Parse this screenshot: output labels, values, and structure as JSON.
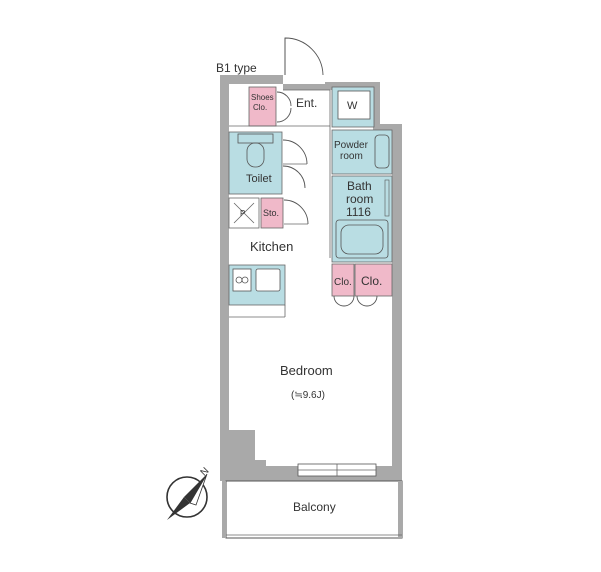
{
  "plan": {
    "type_label": "B1 type",
    "rooms": {
      "entrance": "Ent.",
      "shoes_closet_line1": "Shoes",
      "shoes_closet_line2": "Clo.",
      "washer": "W",
      "powder_room_line1": "Powder",
      "powder_room_line2": "room",
      "toilet": "Toilet",
      "pipe_space": "P",
      "storage": "Sto.",
      "bathroom_line1": "Bath",
      "bathroom_line2": "room",
      "bathroom_size": "1116",
      "kitchen": "Kitchen",
      "closet_small": "Clo.",
      "closet_large": "Clo.",
      "bedroom": "Bedroom",
      "bedroom_area": "(≒9.6J)",
      "balcony": "Balcony"
    },
    "compass_label": "N",
    "colors": {
      "wall": "#a9a9a9",
      "wet_area": "#b9dde3",
      "closet": "#f0b9c9"
    }
  }
}
